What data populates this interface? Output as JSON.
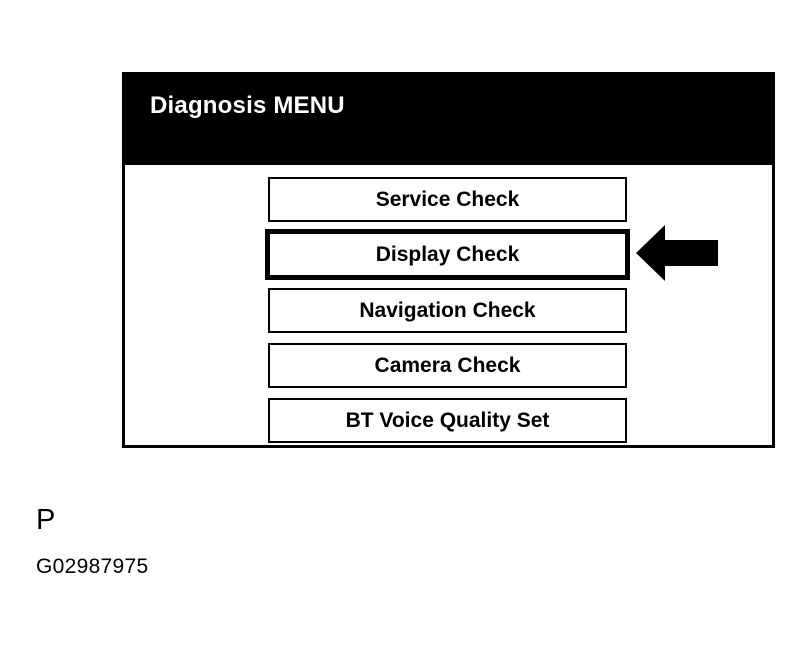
{
  "device_screen": {
    "header": {
      "title": "Diagnosis MENU",
      "background_color": "#000000",
      "text_color": "#FFFFFF"
    },
    "menu": {
      "items": [
        {
          "label": "Service Check",
          "selected": false
        },
        {
          "label": "Display Check",
          "selected": true
        },
        {
          "label": "Navigation Check",
          "selected": false
        },
        {
          "label": "Camera Check",
          "selected": false
        },
        {
          "label": "BT Voice Quality Set",
          "selected": false
        }
      ]
    },
    "pointer": {
      "name": "left-arrow-annotation",
      "points_to": "Display Check",
      "color": "#000000"
    },
    "border_color": "#000000",
    "background_color": "#FFFFFF"
  },
  "caption": {
    "letter": "P",
    "code": "G02987975"
  }
}
